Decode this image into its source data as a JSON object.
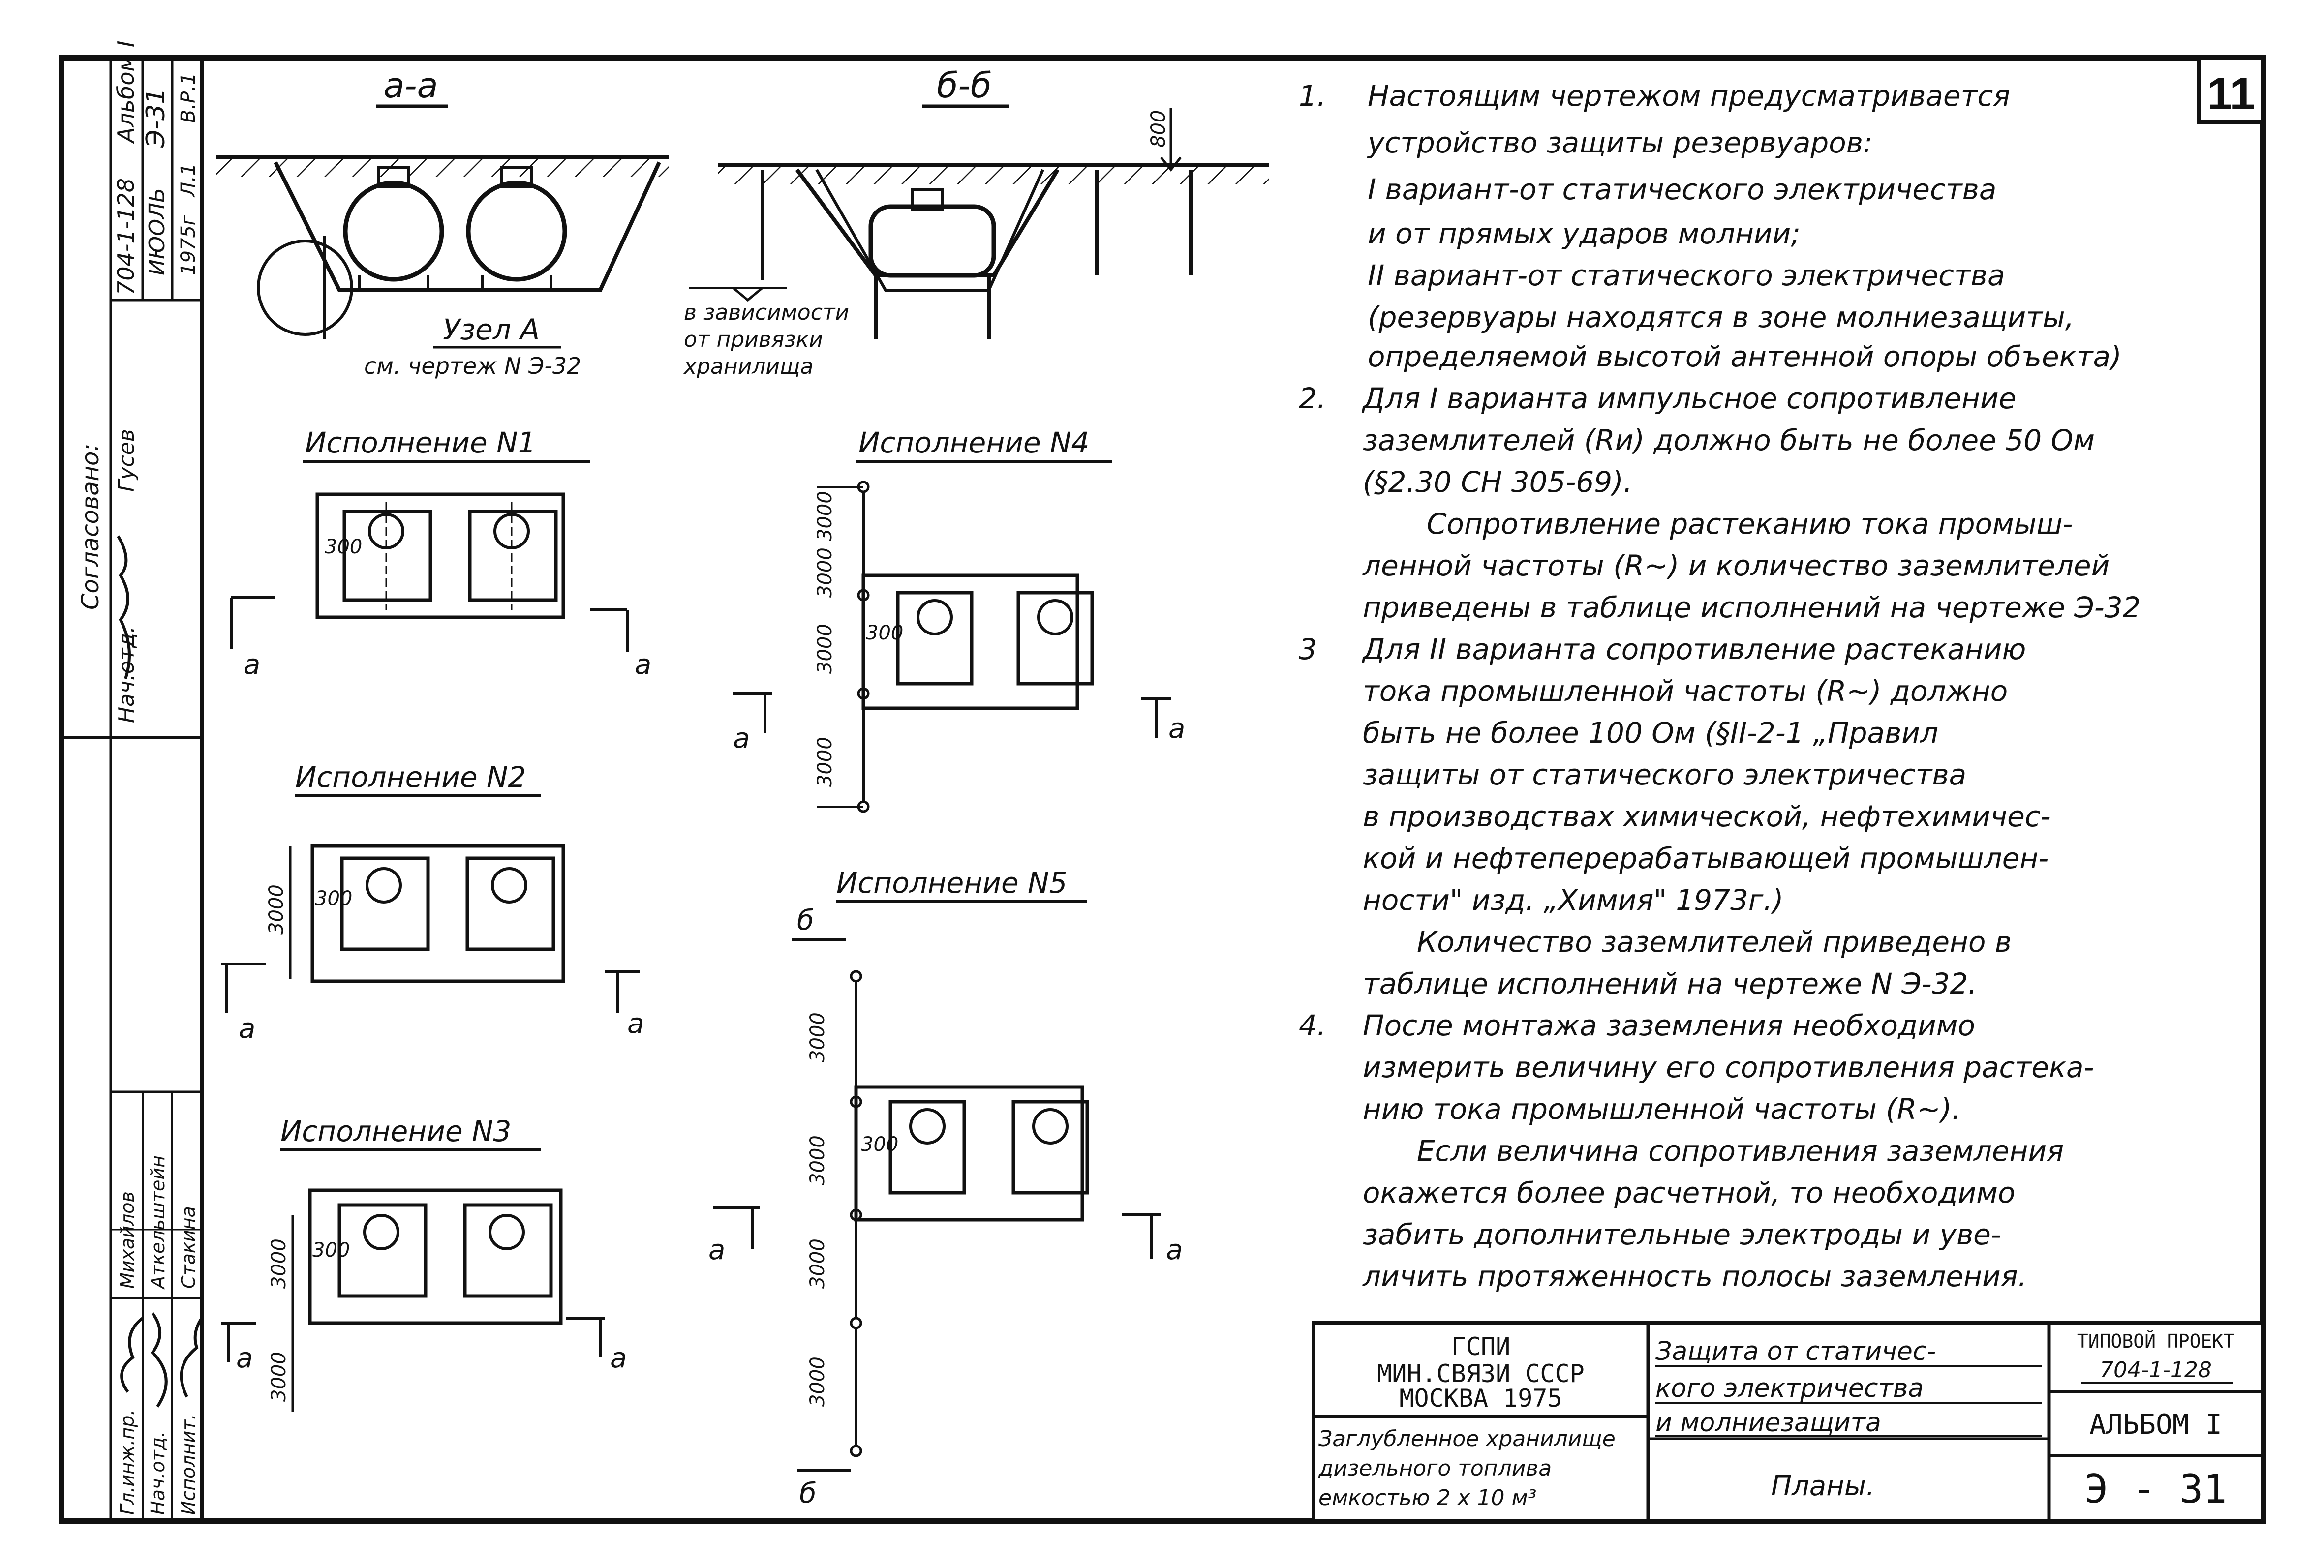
{
  "sheet": {
    "sheet_number": "11",
    "sections": {
      "a_a": "а-а",
      "b_b": "б-б",
      "node_label": "Узел  А",
      "node_ref": "см. чертеж N Э-32",
      "depth_note": [
        "в зависимости",
        "от привязки",
        "хранилища"
      ],
      "depth_dim": "800"
    },
    "variants": [
      {
        "title": "Исполнение N1",
        "cut": "а",
        "dim_tank": "300"
      },
      {
        "title": "Исполнение N2",
        "cut": "а",
        "dim_tank": "300",
        "dim_span": "3000"
      },
      {
        "title": "Исполнение N3",
        "cut": "а",
        "dim_tank": "300",
        "dims": [
          "3000",
          "3000"
        ]
      },
      {
        "title": "Исполнение N4",
        "cut": "а",
        "dim_tank": "300",
        "dims": [
          "3000",
          "3000",
          "3000",
          "3000"
        ]
      },
      {
        "title": "Исполнение N5",
        "cut_a": "а",
        "cut_b": "б",
        "dim_tank": "300",
        "dims": [
          "3000",
          "3000",
          "3000",
          "3000"
        ]
      }
    ],
    "side_stamp": {
      "col1": [
        "704-1-128",
        "Альбом I"
      ],
      "col2": [
        "ИЮОЛЬ",
        "Э-31"
      ],
      "col3": [
        "1975г",
        "Л.1",
        "В.Р.1"
      ],
      "agreed": "Согласовано:",
      "agreed_sig": "Гусев",
      "nach_otd": "Нач.отд.",
      "roles": [
        "Гл.инж.пр.",
        "Нач.отд.",
        "Исполнит."
      ],
      "names": [
        "Михайлов",
        "Аткельштейн",
        "Стакина"
      ]
    },
    "notes": [
      {
        "num": "1.",
        "lines": [
          "Настоящим чертежом предусматривается",
          "устройство защиты резервуаров:",
          "I вариант-от статического электричества",
          "и от прямых ударов молнии;",
          "II вариант-от статического электричества",
          "(резервуары находятся в зоне молниезащиты,",
          "определяемой высотой антенной опоры объекта)"
        ]
      },
      {
        "num": "2.",
        "lines": [
          "Для I варианта импульсное сопротивление",
          "заземлителей (Rи) должно быть не более 50 Ом",
          "(§2.30  СН 305-69).",
          "Сопротивление растеканию тока промыш-",
          "ленной частоты (R~) и количество заземлителей",
          "приведены в таблице  исполнений на чертеже Э-32"
        ]
      },
      {
        "num": "3",
        "lines": [
          "Для II варианта сопротивление растеканию",
          "тока промышленной частоты (R~) должно",
          "быть не более  100 Ом (§II-2-1 „Правил",
          "защиты от статического электричества",
          "в производствах химической, нефтехимичес-",
          "кой и нефтеперерабатывающей промышлен-",
          "ности\" изд. „Химия\" 1973г.)",
          "Количество заземлителей приведено в",
          "таблице исполнений на чертеже  N Э-32."
        ]
      },
      {
        "num": "4.",
        "lines": [
          "После монтажа заземления необходимо",
          "измерить величину его сопротивления растека-",
          "нию тока промышленной частоты (R~).",
          "Если величина сопротивления заземления",
          "окажется более расчетной, то необходимо",
          "забить дополнительные электроды и уве-",
          "личить протяженность полосы заземления."
        ]
      }
    ],
    "title_block": {
      "org": [
        "ГСПИ",
        "МИН.СВЯЗИ СССР",
        "МОСКВА 1975"
      ],
      "object": [
        "Заглубленное хранилище",
        "дизельного топлива",
        "емкостью 2 х 10 м³"
      ],
      "subject": [
        "Защита от статичес-",
        "кого электричества",
        "и молниезащита"
      ],
      "sheet_name": "Планы.",
      "project_label": "ТИПОВОЙ ПРОЕКТ",
      "project_no": "704-1-128",
      "album": "АЛЬБОМ I",
      "drawing_no": "Э - 31"
    }
  }
}
